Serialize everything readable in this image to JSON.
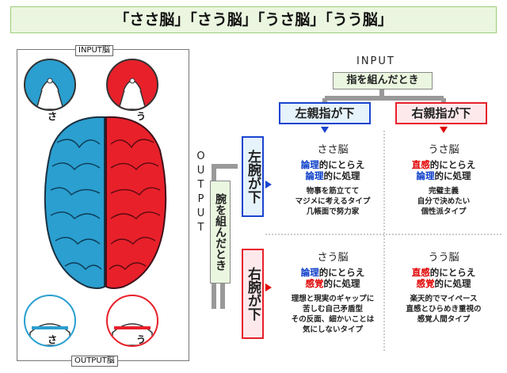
{
  "title": "「ささ脳」「さう脳」「うさ脳」「うう脳」",
  "left_panel": {
    "input_label": "INPUT脳",
    "output_label": "OUTPUT脳",
    "top_left_badge": "さ",
    "top_right_badge": "う",
    "bottom_left_badge": "さ",
    "bottom_right_badge": "う",
    "colors": {
      "left": "#2a9fd0",
      "right": "#e8202a"
    }
  },
  "diagram": {
    "input_heading": "INPUT",
    "input_question": "指を組んだとき",
    "left_thumb": "左親指が下",
    "right_thumb": "右親指が下",
    "output_heading": "OUTPUT",
    "output_question": "腕を組んだとき",
    "left_arm": "左腕が下",
    "right_arm": "右腕が下",
    "cells": {
      "sasa": {
        "title": "ささ脳",
        "line1_emph": "論理",
        "line1_rest": "的にとらえ",
        "line2_emph": "論理",
        "line2_rest": "的に処理",
        "desc": [
          "物事を筋立てて",
          "マジメに考えるタイプ",
          "几帳面で努力家"
        ]
      },
      "usa": {
        "title": "うさ脳",
        "line1_emph": "直感",
        "line1_rest": "的にとらえ",
        "line2_emph": "論理",
        "line2_rest": "的に処理",
        "desc": [
          "完璧主義",
          "自分で決めたい",
          "個性派タイプ"
        ]
      },
      "sau": {
        "title": "さう脳",
        "line1_emph": "論理",
        "line1_rest": "的にとらえ",
        "line2_emph": "感覚",
        "line2_rest": "的に処理",
        "desc": [
          "理想と現実のギャップに",
          "苦しむ自己矛盾型",
          "その反面、細かいことは",
          "気にしないタイプ"
        ]
      },
      "uu": {
        "title": "うう脳",
        "line1_emph": "直感",
        "line1_rest": "的にとらえ",
        "line2_emph": "感覚",
        "line2_rest": "的に処理",
        "desc": [
          "楽天的でマイペース",
          "直感とひらめき重視の",
          "感覚人間タイプ"
        ]
      }
    }
  }
}
